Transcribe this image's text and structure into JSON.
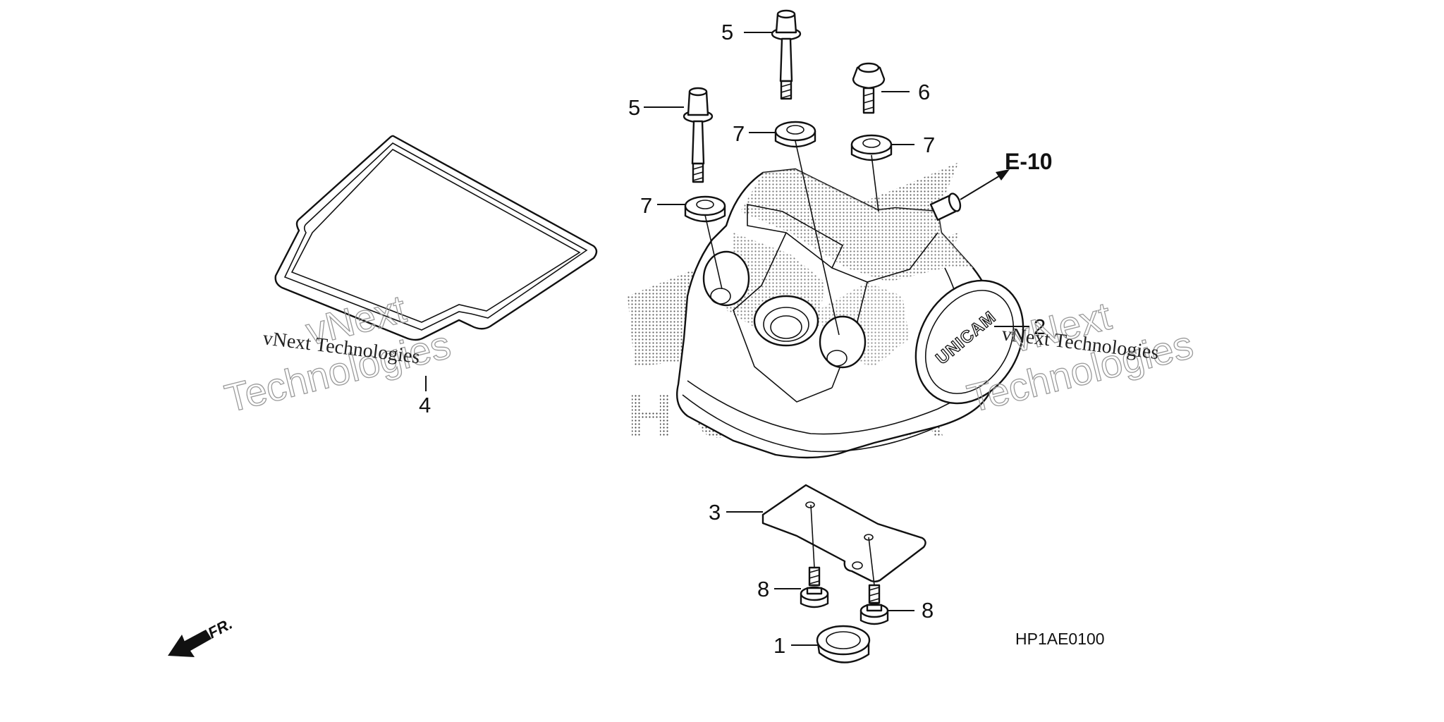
{
  "diagram": {
    "callouts": {
      "c1": "1",
      "c2": "2",
      "c3": "3",
      "c4": "4",
      "c5a": "5",
      "c5b": "5",
      "c6": "6",
      "c7a": "7",
      "c7b": "7",
      "c7c": "7",
      "c8a": "8",
      "c8b": "8"
    },
    "reference_label": "E-10",
    "part_code": "HP1AE0100",
    "direction_label": "FR.",
    "cover_logo_text": "UNICAM",
    "background_logo_text": "HONDA",
    "watermarks": {
      "left_small": "vNext Technologies",
      "left_big_1": "vNext",
      "left_big_2": "Technologies",
      "right_small": "vNext Technologies",
      "right_big_1": "vNext",
      "right_big_2": "Technologies"
    }
  }
}
